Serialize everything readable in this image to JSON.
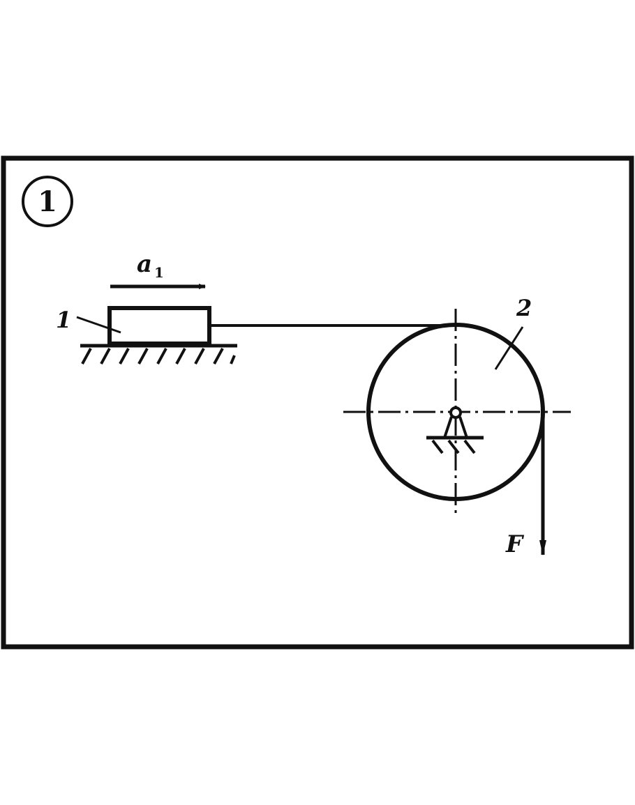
{
  "figure": {
    "number": "1",
    "labels": {
      "body1": "1",
      "body2": "2",
      "acceleration": "a",
      "acceleration_sub": "1",
      "force": "F"
    },
    "colors": {
      "ink": "#111111",
      "background": "#ffffff"
    }
  }
}
